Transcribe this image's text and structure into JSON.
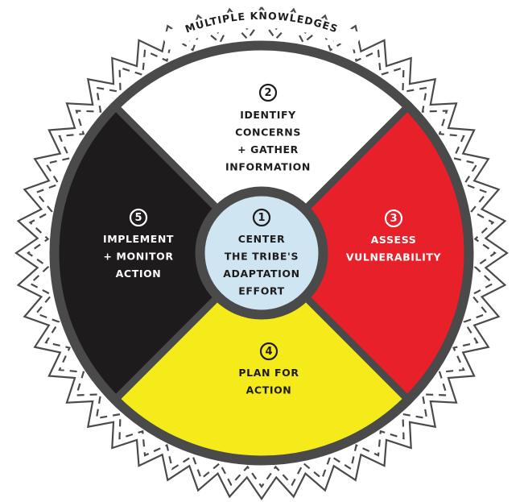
{
  "ring_title": "MULTIPLE KNOWLEDGES",
  "colors": {
    "outline": "#4a4a4a",
    "center": "#cfe6f2",
    "step2": "#ffffff",
    "step3": "#e8202a",
    "step4": "#f5eb1a",
    "step5": "#1e1b1c",
    "zigzag": "#4a4a4a"
  },
  "center": {
    "number": "1",
    "lines": [
      "CENTER",
      "THE TRIBE'S",
      "ADAPTATION",
      "EFFORT"
    ]
  },
  "segments": [
    {
      "position": "top",
      "number": "2",
      "lines": [
        "IDENTIFY",
        "CONCERNS",
        "+ GATHER",
        "INFORMATION"
      ],
      "fill_key": "step2",
      "text_color": "#1e1b1c"
    },
    {
      "position": "right",
      "number": "3",
      "lines": [
        "ASSESS",
        "VULNERABILITY"
      ],
      "fill_key": "step3",
      "text_color": "#ffffff"
    },
    {
      "position": "bottom",
      "number": "4",
      "lines": [
        "PLAN FOR",
        "ACTION"
      ],
      "fill_key": "step4",
      "text_color": "#1e1b1c"
    },
    {
      "position": "left",
      "number": "5",
      "lines": [
        "IMPLEMENT",
        "+ MONITOR",
        "ACTION"
      ],
      "fill_key": "step5",
      "text_color": "#ffffff"
    }
  ]
}
